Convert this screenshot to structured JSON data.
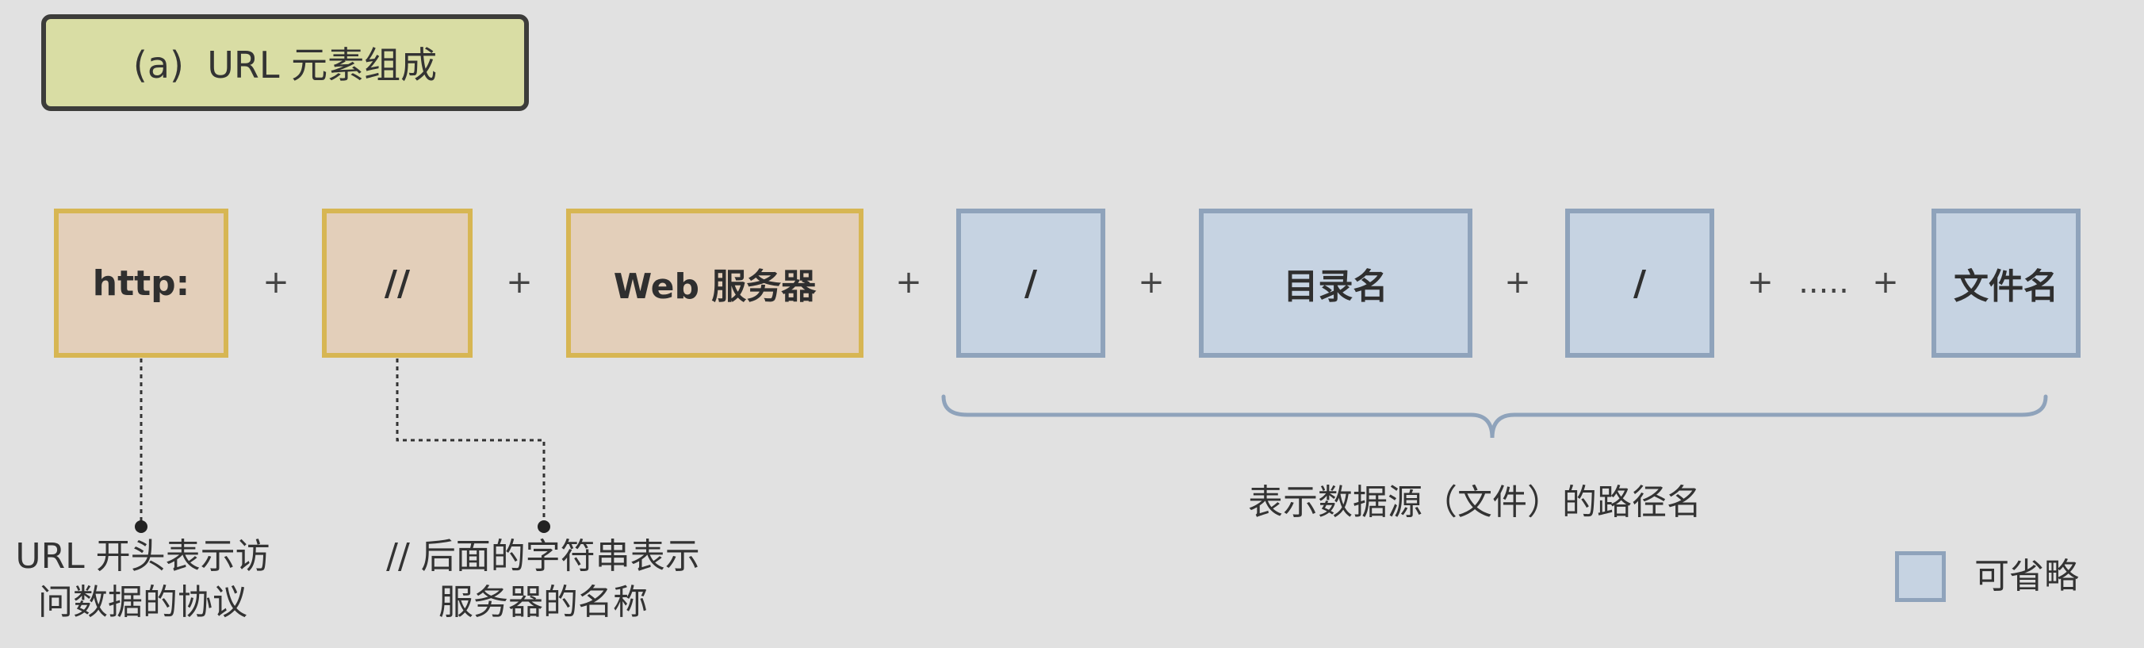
{
  "title": "(a)  URL 元素组成",
  "segments": {
    "http": "http:",
    "slashes": "//",
    "server": "Web 服务器",
    "slash1": "/",
    "dir": "目录名",
    "slash2": "/",
    "file": "文件名"
  },
  "operators": {
    "plus": "+",
    "ellipsis": "....."
  },
  "annotations": {
    "protocol_line1": "URL 开头表示访",
    "protocol_line2": "问数据的协议",
    "server_line1": "// 后面的字符串表示",
    "server_line2": "服务器的名称",
    "path": "表示数据源（文件）的路径名"
  },
  "legend": {
    "optional": "可省略"
  },
  "colors": {
    "required_fill": "#e3cfba",
    "required_border": "#d7b653",
    "optional_fill": "#c6d3e2",
    "optional_border": "#8fa3bb",
    "title_fill": "#d9dda4",
    "background": "#e1e1e1"
  }
}
